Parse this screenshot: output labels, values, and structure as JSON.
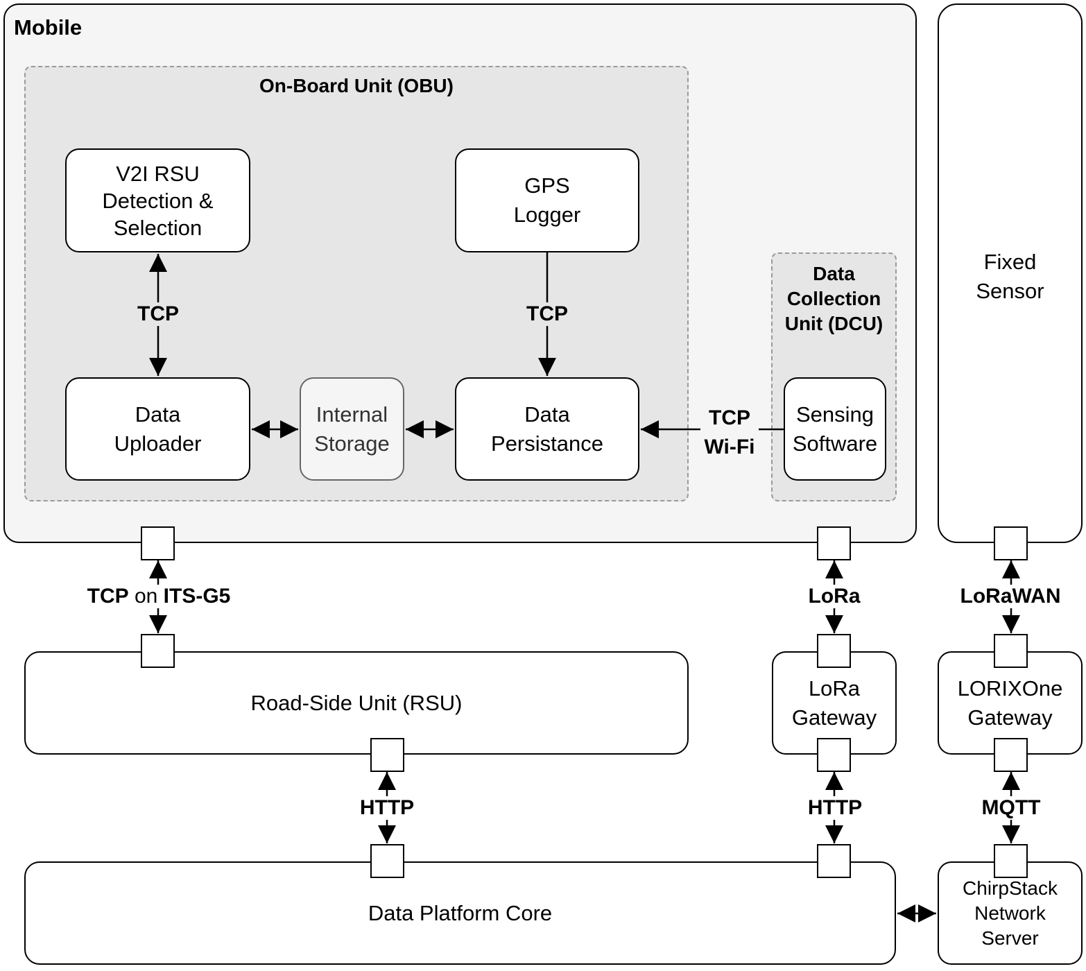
{
  "containers": {
    "mobile": "Mobile",
    "obu": "On-Board Unit (OBU)",
    "dcu": "Data\nCollection\nUnit (DCU)"
  },
  "nodes": {
    "v2i_rsu": "V2I RSU\nDetection &\nSelection",
    "gps_logger": "GPS\nLogger",
    "data_uploader": "Data\nUploader",
    "internal_storage": "Internal\nStorage",
    "data_persistance": "Data\nPersistance",
    "sensing_software": "Sensing\nSoftware",
    "fixed_sensor": "Fixed\nSensor",
    "rsu": "Road-Side Unit (RSU)",
    "lora_gateway": "LoRa\nGateway",
    "lorixone_gateway": "LORIXOne\nGateway",
    "data_platform_core": "Data Platform Core",
    "chirpstack": "ChirpStack\nNetwork\nServer"
  },
  "edges": {
    "tcp_v2i": "TCP",
    "tcp_gps": "TCP",
    "tcp_wifi_1": "TCP",
    "tcp_wifi_2": "Wi-Fi",
    "tcp_its_1": "TCP",
    "tcp_its_2": " on ",
    "tcp_its_3": "ITS-G5",
    "lora": "LoRa",
    "lorawan": "LoRaWAN",
    "http_rsu": "HTTP",
    "http_lora": "HTTP",
    "mqtt": "MQTT"
  }
}
